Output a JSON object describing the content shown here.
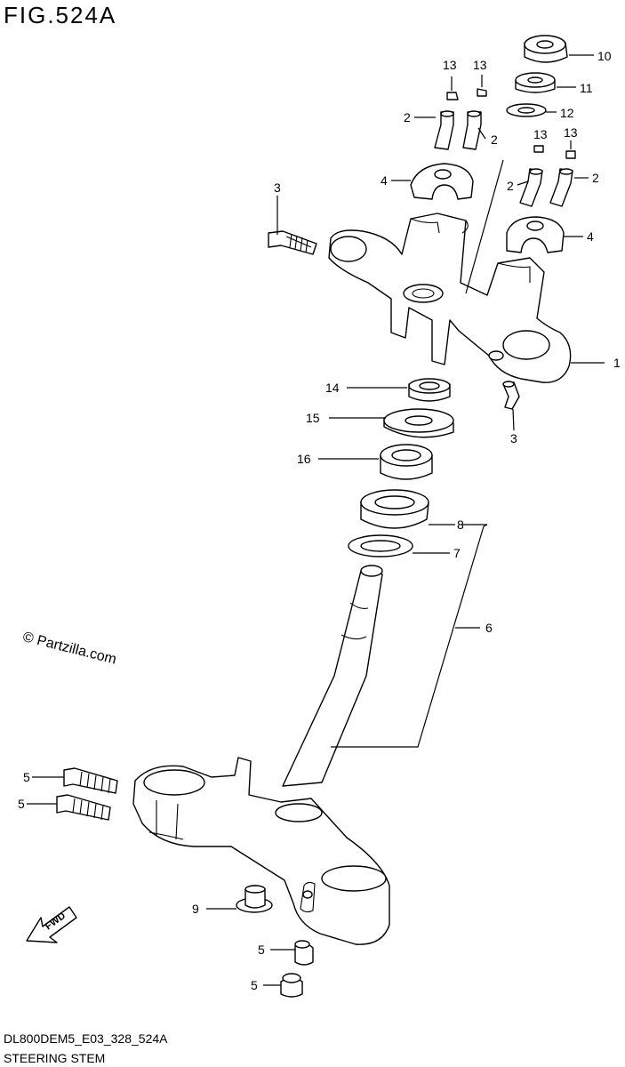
{
  "figure": {
    "title": "FIG.524A",
    "watermark": "© Partzilla.com",
    "footer_code": "DL800DEM5_E03_328_524A",
    "footer_name": "STEERING STEM",
    "fwd_label": "FWD"
  },
  "callouts": [
    {
      "id": "c10",
      "label": "10"
    },
    {
      "id": "c11",
      "label": "11"
    },
    {
      "id": "c12",
      "label": "12"
    },
    {
      "id": "c13a",
      "label": "13"
    },
    {
      "id": "c13b",
      "label": "13"
    },
    {
      "id": "c13c",
      "label": "13"
    },
    {
      "id": "c13d",
      "label": "13"
    },
    {
      "id": "c2a",
      "label": "2"
    },
    {
      "id": "c2b",
      "label": "2"
    },
    {
      "id": "c2c",
      "label": "2"
    },
    {
      "id": "c2d",
      "label": "2"
    },
    {
      "id": "c3a",
      "label": "3"
    },
    {
      "id": "c3b",
      "label": "3"
    },
    {
      "id": "c4a",
      "label": "4"
    },
    {
      "id": "c4b",
      "label": "4"
    },
    {
      "id": "c1",
      "label": "1"
    },
    {
      "id": "c14",
      "label": "14"
    },
    {
      "id": "c15",
      "label": "15"
    },
    {
      "id": "c16",
      "label": "16"
    },
    {
      "id": "c8",
      "label": "8"
    },
    {
      "id": "c7",
      "label": "7"
    },
    {
      "id": "c6",
      "label": "6"
    },
    {
      "id": "c5a",
      "label": "5"
    },
    {
      "id": "c5b",
      "label": "5"
    },
    {
      "id": "c9",
      "label": "9"
    },
    {
      "id": "c5c",
      "label": "5"
    },
    {
      "id": "c5d",
      "label": "5"
    }
  ]
}
